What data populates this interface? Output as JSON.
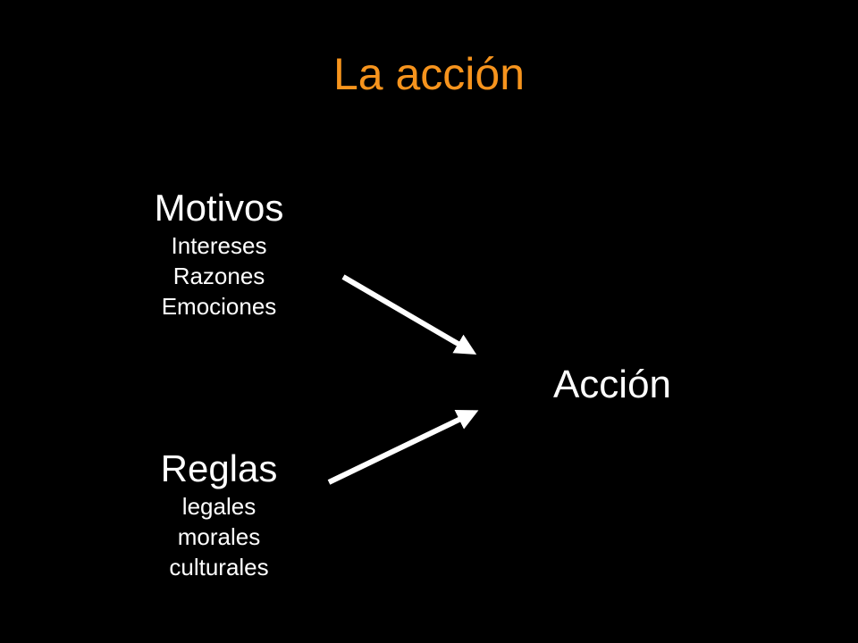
{
  "slide": {
    "title": "La acción",
    "title_color": "#f7941d",
    "background": "#000000",
    "text_color": "#ffffff"
  },
  "diagram": {
    "motivos": {
      "heading": "Motivos",
      "items": [
        "Intereses",
        "Razones",
        "Emociones"
      ]
    },
    "reglas": {
      "heading": "Reglas",
      "items": [
        "legales",
        "morales",
        "culturales"
      ]
    },
    "result": "Acción",
    "edges": [
      {
        "from": "Motivos",
        "to": "Acción"
      },
      {
        "from": "Reglas",
        "to": "Acción"
      }
    ]
  }
}
